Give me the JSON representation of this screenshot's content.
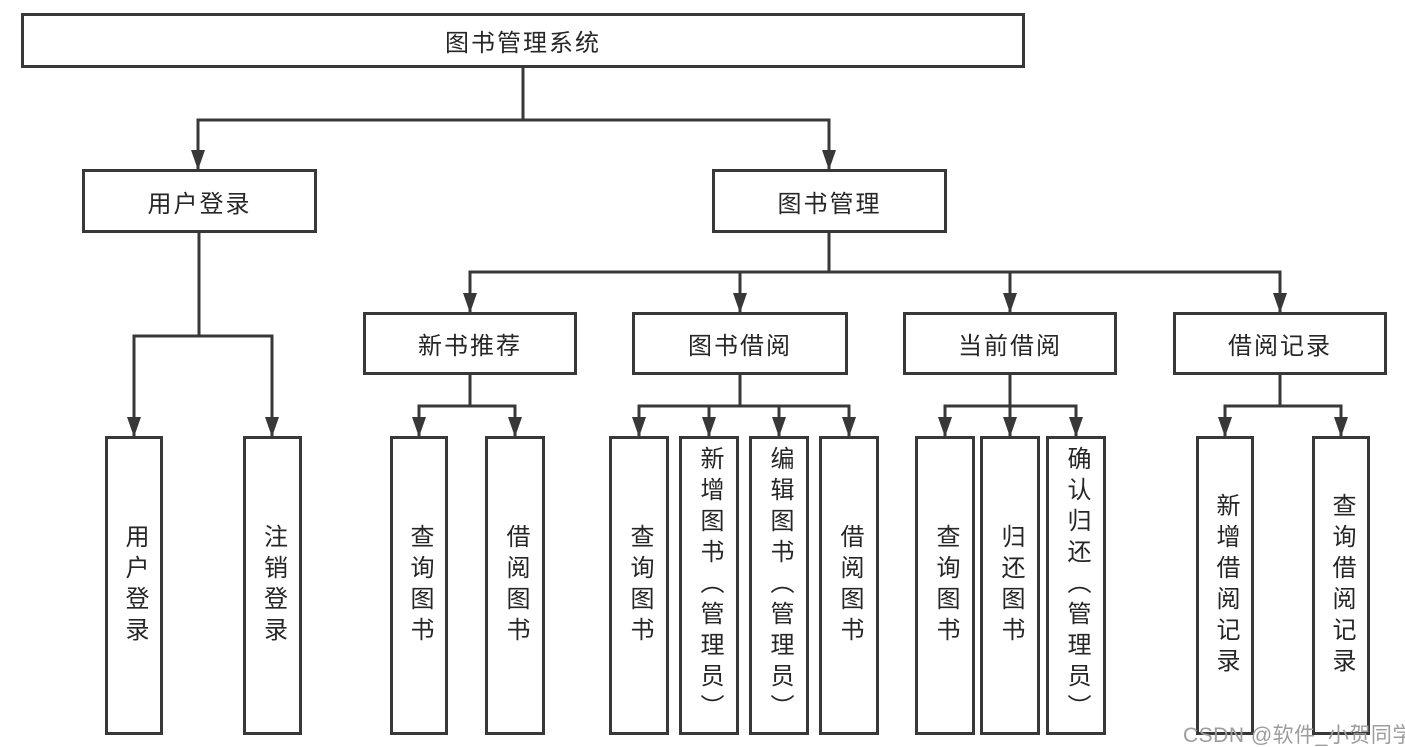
{
  "colors": {
    "line": "#383838",
    "box_border": "#383838",
    "text": "#262626",
    "background": "#ffffff",
    "watermark": "#9d9d9d"
  },
  "tree": {
    "label": "图书管理系统",
    "children": [
      {
        "label": "用户登录",
        "children": [
          {
            "label": "用户登录"
          },
          {
            "label": "注销登录"
          }
        ]
      },
      {
        "label": "图书管理",
        "children": [
          {
            "label": "新书推荐",
            "children": [
              {
                "label": "查询图书"
              },
              {
                "label": "借阅图书"
              }
            ]
          },
          {
            "label": "图书借阅",
            "children": [
              {
                "label": "查询图书"
              },
              {
                "label": "新增图书（管理员）"
              },
              {
                "label": "编辑图书（管理员）"
              },
              {
                "label": "借阅图书"
              }
            ]
          },
          {
            "label": "当前借阅",
            "children": [
              {
                "label": "查询图书"
              },
              {
                "label": "归还图书"
              },
              {
                "label": "确认归还（管理员）"
              }
            ]
          },
          {
            "label": "借阅记录",
            "children": [
              {
                "label": "新增借阅记录"
              },
              {
                "label": "查询借阅记录"
              }
            ]
          }
        ]
      }
    ]
  },
  "watermark": {
    "text": "CSDN @软件_小贺同学"
  }
}
